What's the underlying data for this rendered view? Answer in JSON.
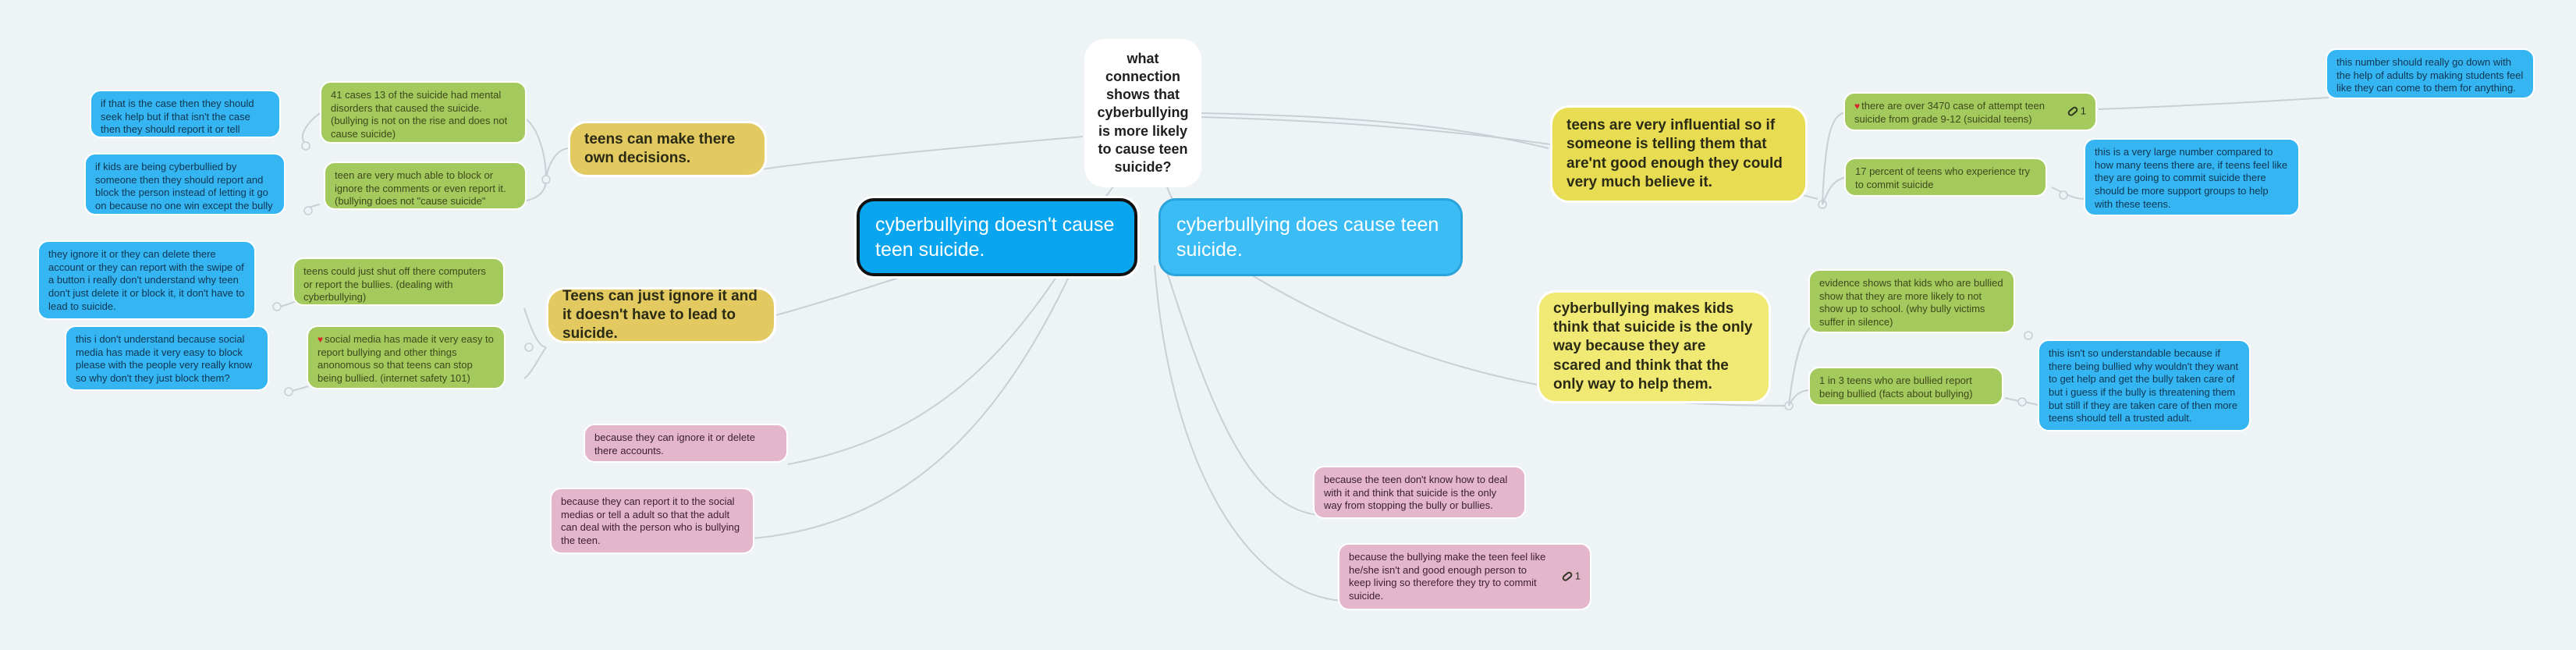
{
  "root": "what connection shows that cyberbullying is more likely to cause teen suicide?",
  "left_main": "cyberbullying doesn't cause teen suicide.",
  "right_main": "cyberbullying does cause teen suicide.",
  "left": {
    "topic1": "teens can make there own decisions.",
    "topic1_subs": [
      "41 cases 13 of the suicide had mental disorders that caused the suicide. (bullying is not on the rise and does not cause suicide)",
      "teen are very much able to block or ignore the comments or even report it.(bullying does not \"cause suicide\""
    ],
    "topic1_notes": [
      "if that is the case then they should seek help but if that isn't the case then they should report it or tell someone.",
      "if kids are being cyberbullied by someone then they should report and block the person instead of letting it go on because no one win except the bully in that case."
    ],
    "topic2": "Teens can just ignore it and it doesn't have to lead to suicide.",
    "topic2_subs": [
      "teens could just shut off there computers or report the bullies. (dealing with cyberbullying)",
      "social media has made it very easy to report bullying and other things anonomous so that teens can stop being bullied. (internet safety 101)"
    ],
    "topic2_notes": [
      "they ignore it or they can delete there account or they can report with the swipe of a button i really don't understand why teen don't just delete it or block it, it don't have to lead to suicide.",
      "this i don't understand because social media has made it very easy to block please with the people very really know so why don't they just block them?"
    ],
    "pink": [
      "because they can ignore it or delete there accounts.",
      "because they can report it to the social medias or tell a adult so that the adult can deal with the person who is bullying the teen."
    ]
  },
  "right": {
    "topic1": "teens are very influential so if someone is telling them that are'nt good enough they could very much believe it.",
    "topic1_subs": [
      "there are over 3470 case of attempt teen suicide from grade 9-12 (suicidal teens)",
      "17 percent of teens who experience try to commit suicide"
    ],
    "topic1_notes": [
      "this number should really go down with the help of adults by making students feel like they can come to them for anything.",
      "this is a very large number compared to how many teens there are, if teens feel like they are going to commit suicide there should be more support groups to help with these teens."
    ],
    "topic2": "cyberbullying makes kids think that suicide is the only way because they are scared and think that the only way to help them.",
    "topic2_subs": [
      "evidence shows that kids who are bullied show that they are more likely to not show up to school. (why bully victims suffer in silence)",
      "1 in 3 teens who are bullied report being bullied (facts about bullying)"
    ],
    "topic2_note": "this isn't so understandable because if there being bullied why wouldn't they want to get help and get the bully taken care of but i guess if the bully is threatening them but still if they are taken care of then more teens should tell a trusted adult.",
    "pink": [
      "because the teen don't know how to deal with it and think that suicide is the only way from stopping the bully or bullies.",
      "because the bullying make the teen feel like he/she isn't and good enough person to keep living so therefore they try to commit suicide."
    ],
    "link_count": "1"
  },
  "colors": {
    "left_main": "#0aa5ef",
    "right_main": "#3bbcf4",
    "topic_gold": "#e2ca60",
    "topic_yellow": "#e8dc52",
    "sub_green": "#a4c95d",
    "sub_pink": "#e4b6cc",
    "note_blue": "#35b6f2"
  }
}
